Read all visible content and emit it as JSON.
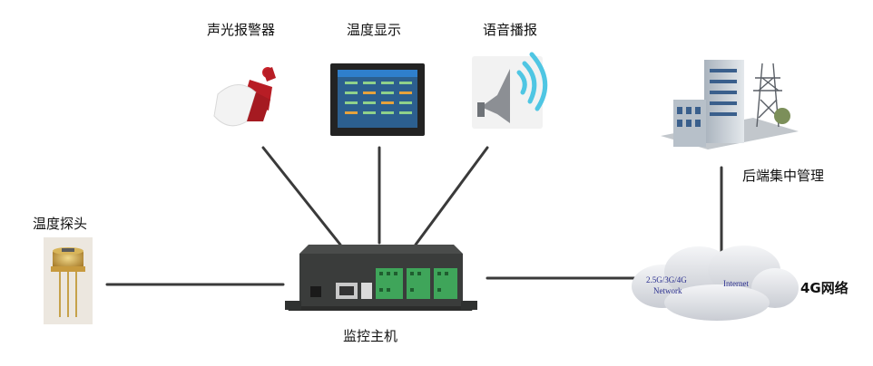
{
  "nodes": {
    "alarm": {
      "label": "声光报警器"
    },
    "display": {
      "label": "温度显示"
    },
    "voice": {
      "label": "语音播报"
    },
    "backend": {
      "label": "后端集中管理"
    },
    "probe": {
      "label": "温度探头"
    },
    "host": {
      "label": "监控主机"
    },
    "network": {
      "label": "4G网络"
    }
  },
  "cloud": {
    "line1": "2.5G/3G/4G",
    "line2": "Network",
    "line3": "Internet"
  },
  "colors": {
    "connector": "#3a3a3a",
    "device": "#2f3130",
    "terminal": "#3fa55a",
    "speaker_wave": "#4fc6e3",
    "alarm_red": "#c8222a",
    "cloud": "#d9dbe0"
  }
}
